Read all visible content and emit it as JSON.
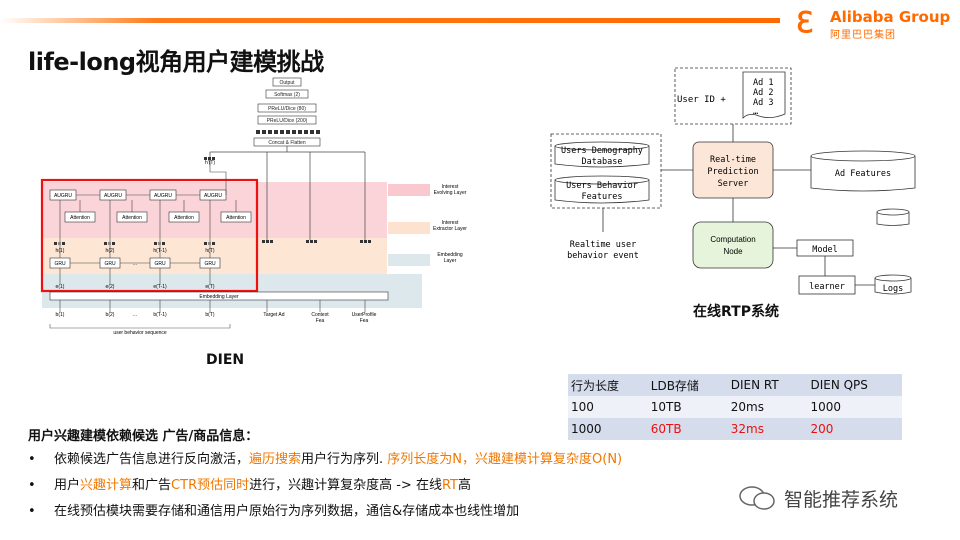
{
  "header": {
    "title": "life-long视角用户建模挑战",
    "logo_text": "Alibaba Group",
    "logo_sub": "阿里巴巴集团"
  },
  "dien": {
    "caption": "DIEN",
    "top_blocks": [
      "Output",
      "Softmax (2)",
      "PReLU/Dice (80)",
      "PReLU/Dice (200)",
      "Concat & Flatten"
    ],
    "augru_label": "AUGRU",
    "attention_label": "Attention",
    "gru_label": "GRU",
    "h_states_top": "h'(T)",
    "h_states": [
      "h(1)",
      "h(2)",
      "h(T-1)",
      "h(T)"
    ],
    "e_states": [
      "e(1)",
      "e(2)",
      "e(T-1)",
      "e(T)"
    ],
    "ellipsis": "...",
    "embedding_layer": "Embedding Layer",
    "inputs": [
      "b(1)",
      "b(2)",
      "b(T-1)",
      "b(T)"
    ],
    "behavior_sequence": "user behavior sequence",
    "side_inputs": [
      "Target Ad",
      "Context Fea",
      "UserProfile Fea"
    ],
    "legend": [
      "Interest Evolving Layer",
      "Interest Extractor Layer",
      "Embedding Layer"
    ]
  },
  "rtp": {
    "caption": "在线RTP系统",
    "user_id": "User ID +",
    "ads": [
      "Ad 1",
      "Ad 2",
      "Ad 3",
      "…"
    ],
    "users_demography": [
      "Users Demography",
      "Database"
    ],
    "users_behavior": [
      "Users Behavior",
      "Features"
    ],
    "realtime_server": [
      "Real-time",
      "Prediction",
      "Server"
    ],
    "ad_features": "Ad Features",
    "realtime_event": [
      "Realtime user",
      "behavior event"
    ],
    "computation_node": [
      "Computation",
      "Node"
    ],
    "model": "Model",
    "learner": "learner",
    "logs": "Logs"
  },
  "table": {
    "headers": [
      "行为长度",
      "LDB存储",
      "DIEN RT",
      "DIEN QPS"
    ],
    "rows": [
      [
        "100",
        "10TB",
        "20ms",
        "1000"
      ],
      [
        "1000",
        "60TB",
        "32ms",
        "200"
      ]
    ]
  },
  "bullets": {
    "heading": "用户兴趣建模依赖候选 广告/商品信息：",
    "b1": {
      "p1": "依赖候选广告信息进行反向激活，",
      "p2": "遍历搜索",
      "p3": "用户行为序列. ",
      "p4": "序列长度为N，兴趣建模计算复杂度O(N)"
    },
    "b2": {
      "p1": "用户",
      "p2": "兴趣计算",
      "p3": "和广告",
      "p4": "CTR预估同时",
      "p5": "进行，兴趣计算复杂度高 -> 在线",
      "p6": "RT",
      "p7": "高"
    },
    "b3": "在线预估模块需要存储和通信用户原始行为序列数据，通信&存储成本也线性增加"
  },
  "watermark": "智能推荐系统",
  "colors": {
    "accent": "#ff6a00",
    "highlight_red": "#e81010",
    "orange_text": "#f07800"
  }
}
